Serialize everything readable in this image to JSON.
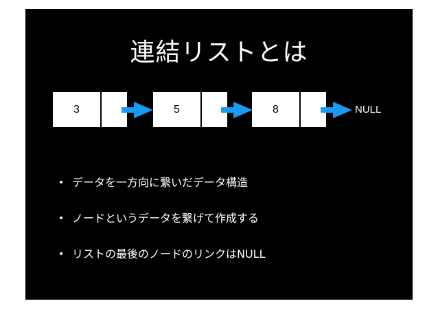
{
  "slide": {
    "title": "連結リストとは",
    "background_color": "#000000",
    "arrow_color": "#1a9bf0",
    "nodes": [
      {
        "value": "3"
      },
      {
        "value": "5"
      },
      {
        "value": "8"
      }
    ],
    "null_label": "NULL",
    "bullets": [
      "データを一方向に繋いだデータ構造",
      "ノードというデータを繋げて作成する",
      "リストの最後のノードのリンクはNULL"
    ]
  }
}
